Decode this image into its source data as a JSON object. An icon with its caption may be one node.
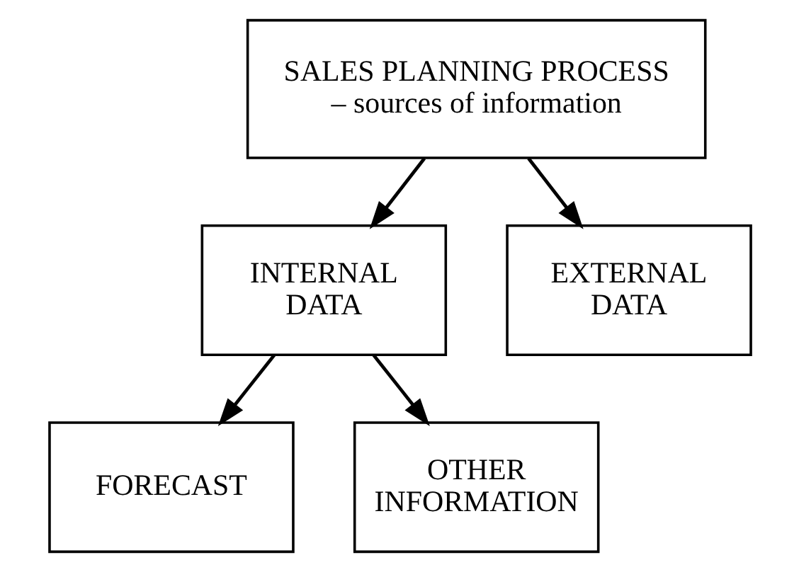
{
  "diagram": {
    "nodes": [
      {
        "text": [
          "SALES PLANNING PROCESS – sources of information"
        ]
      },
      {
        "text": [
          "INTERNAL DATA"
        ]
      },
      {
        "text": [
          "EXTERNAL DATA"
        ]
      },
      {
        "text": [
          "FORECAST"
        ]
      },
      {
        "text": [
          "OTHER INFORMATION"
        ]
      }
    ],
    "edges": [
      {
        "from": 0,
        "to": 1,
        "arrow": "to"
      },
      {
        "from": 0,
        "to": 2,
        "arrow": "to"
      },
      {
        "from": 1,
        "to": 3,
        "arrow": "to"
      },
      {
        "from": 1,
        "to": 4,
        "arrow": "to"
      }
    ]
  }
}
